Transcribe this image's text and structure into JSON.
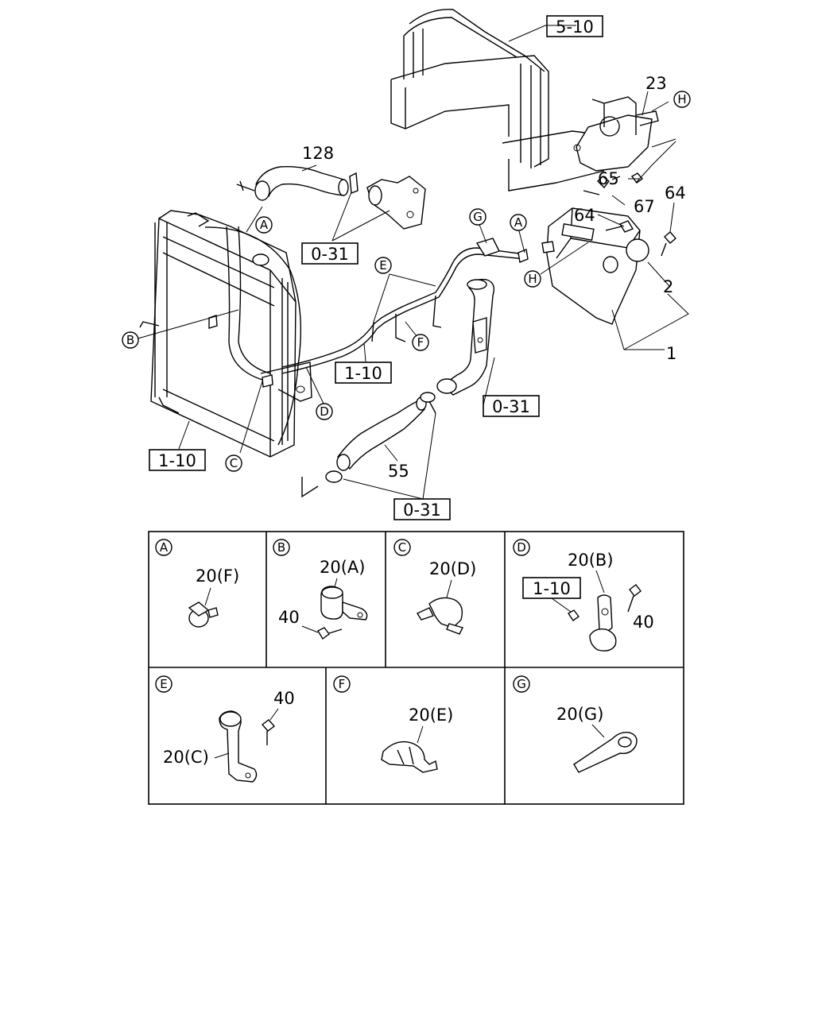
{
  "main_view": {
    "refs": {
      "r_5_10": "5-10",
      "r_0_31_a": "0-31",
      "r_1_10_a": "1-10",
      "r_0_31_b": "0-31",
      "r_1_10_b": "1-10",
      "r_0_31_c": "0-31"
    },
    "part_numbers": {
      "p23": "23",
      "p128": "128",
      "p65": "65",
      "p64a": "64",
      "p67": "67",
      "p64b": "64",
      "p2": "2",
      "p1": "1",
      "p55": "55"
    },
    "callouts": {
      "cH1": "H",
      "cA1": "A",
      "cG1": "G",
      "cA2": "A",
      "cH2": "H",
      "cE1": "E",
      "cB1": "B",
      "cF1": "F",
      "cD1": "D",
      "cC1": "C"
    }
  },
  "details": [
    {
      "key": "A",
      "labels": [
        "20(F)"
      ]
    },
    {
      "key": "B",
      "labels": [
        "20(A)",
        "40"
      ]
    },
    {
      "key": "C",
      "labels": [
        "20(D)"
      ]
    },
    {
      "key": "D",
      "labels": [
        "20(B)",
        "40"
      ],
      "ref": "1-10"
    },
    {
      "key": "E",
      "labels": [
        "40",
        "20(C)"
      ]
    },
    {
      "key": "F",
      "labels": [
        "20(E)"
      ]
    },
    {
      "key": "G",
      "labels": [
        "20(G)"
      ]
    }
  ]
}
